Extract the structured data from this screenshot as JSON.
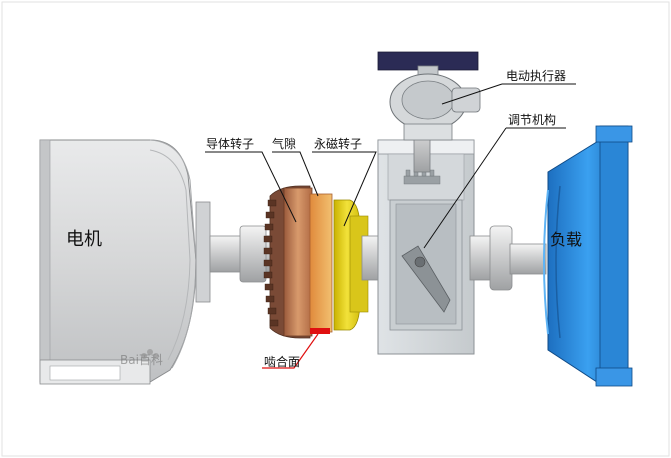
{
  "labels": {
    "motor": "电机",
    "load": "负载",
    "conductor_rotor": "导体转子",
    "air_gap": "气隙",
    "pm_rotor": "永磁转子",
    "engagement_surface": "啮合面",
    "electric_actuator": "电动执行器",
    "adjusting_mechanism": "调节机构"
  },
  "watermark": "Bai百科",
  "colors": {
    "motor_gray": "#cfd1d3",
    "conductor_copper": "#c98a5a",
    "pm_yellow": "#e8d21c",
    "load_blue": "#2f8fe0",
    "highlight_red": "#e01010"
  }
}
